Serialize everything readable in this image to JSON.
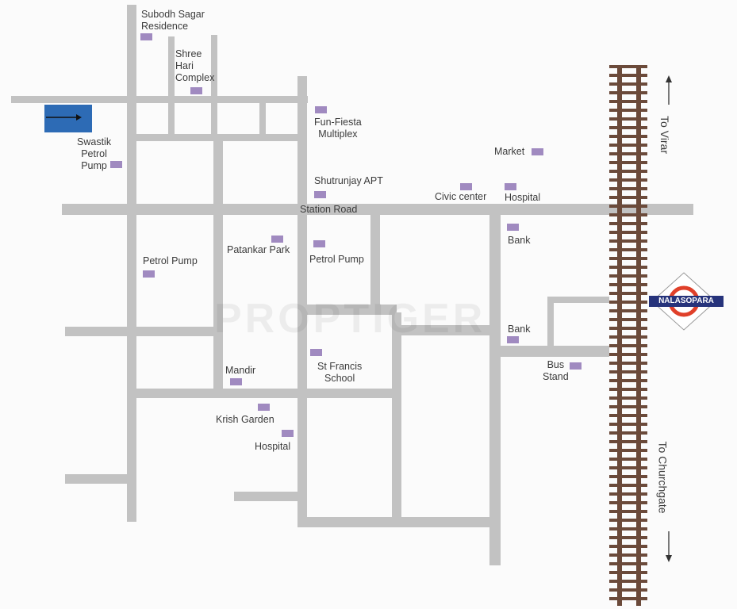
{
  "roads": {
    "station_road_label": "Station Road"
  },
  "places": [
    {
      "id": "subodh-sagar-residence",
      "label": "Subodh Sagar\nResidence"
    },
    {
      "id": "shree-hari-complex",
      "label": "Shree\nHari\nComplex"
    },
    {
      "id": "fun-fiesta-multiplex",
      "label": "Fun-Fiesta\nMultiplex"
    },
    {
      "id": "swastik-petrol-pump",
      "label": "Swastik\nPetrol\nPump"
    },
    {
      "id": "market",
      "label": "Market"
    },
    {
      "id": "shutrunjay-apt",
      "label": "Shutrunjay APT"
    },
    {
      "id": "civic-center",
      "label": "Civic center"
    },
    {
      "id": "hospital-east",
      "label": "Hospital"
    },
    {
      "id": "bank-north",
      "label": "Bank"
    },
    {
      "id": "patankar-park",
      "label": "Patankar Park"
    },
    {
      "id": "petrol-pump-west",
      "label": "Petrol Pump"
    },
    {
      "id": "petrol-pump-center",
      "label": "Petrol Pump"
    },
    {
      "id": "bank-south",
      "label": "Bank"
    },
    {
      "id": "bus-stand",
      "label": "Bus\nStand"
    },
    {
      "id": "st-francis-school",
      "label": "St Francis\nSchool"
    },
    {
      "id": "mandir",
      "label": "Mandir"
    },
    {
      "id": "krish-garden",
      "label": "Krish Garden"
    },
    {
      "id": "hospital-south",
      "label": "Hospital"
    }
  ],
  "directions": {
    "north": "To Virar",
    "south": "To Churchgate"
  },
  "station": {
    "name": "NALASOPARA"
  },
  "watermark": "PROPTIGER",
  "colors": {
    "road": "#c2c2c2",
    "marker": "#a08ac0",
    "railway": "#6b4a3a",
    "project_marker": "#2d6bb5",
    "station_ring": "#e0402a",
    "station_label_bg": "#26337b"
  }
}
